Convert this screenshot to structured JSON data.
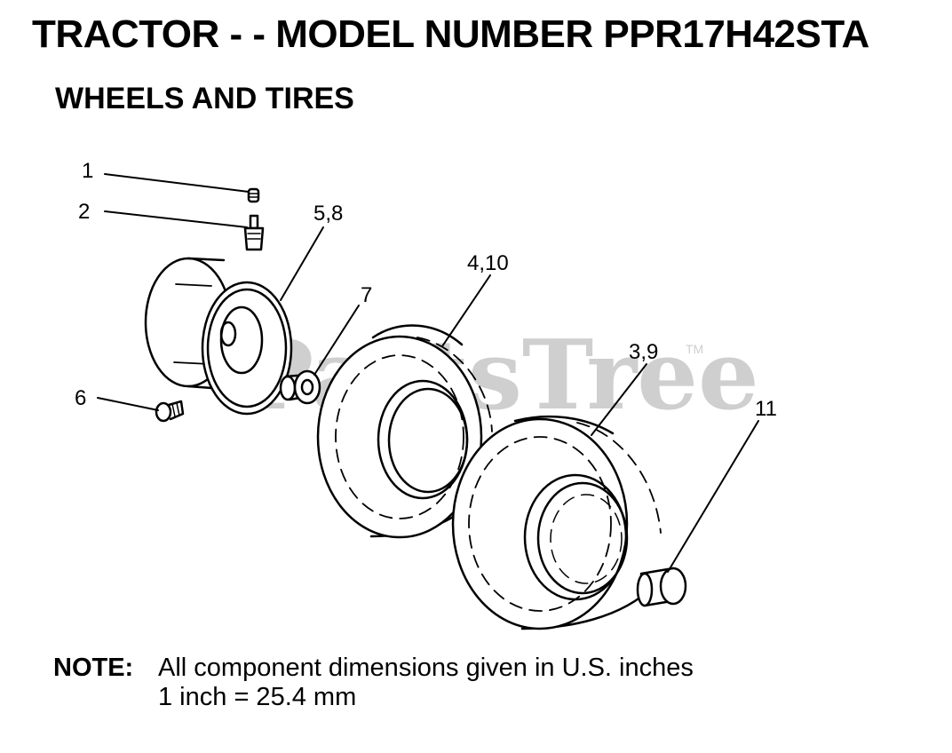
{
  "title": "TRACTOR - - MODEL NUMBER PPR17H42STA",
  "subtitle": "WHEELS AND TIRES",
  "watermark": {
    "text": "PartsTree",
    "mark": "TM"
  },
  "callouts": {
    "c1": "1",
    "c2": "2",
    "c58": "5,8",
    "c7": "7",
    "c410": "4,10",
    "c39": "3,9",
    "c6": "6",
    "c11": "11"
  },
  "note": {
    "label": "NOTE:",
    "line1": "All component dimensions given in U.S. inches",
    "line2": "1 inch = 25.4 mm"
  },
  "icons": [
    "valve-cap-icon",
    "valve-stem-icon",
    "wheel-rim-icon",
    "bolt-icon",
    "washer-icon",
    "tube-icon",
    "tire-icon",
    "bushing-icon"
  ]
}
